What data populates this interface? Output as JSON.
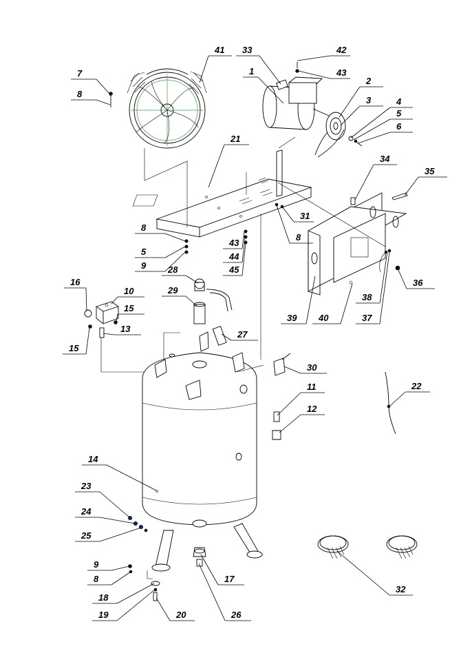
{
  "diagram": {
    "title": "",
    "part_labels": [
      "1",
      "2",
      "3",
      "4",
      "5",
      "6",
      "7",
      "8",
      "9",
      "10",
      "11",
      "12",
      "13",
      "14",
      "15",
      "16",
      "17",
      "18",
      "19",
      "20",
      "21",
      "22",
      "23",
      "24",
      "25",
      "26",
      "27",
      "28",
      "29",
      "30",
      "31",
      "32",
      "33",
      "34",
      "35",
      "36",
      "37",
      "38",
      "39",
      "40",
      "41",
      "42",
      "43",
      "44",
      "45"
    ],
    "callouts": [
      {
        "id": "c42",
        "text": "42"
      },
      {
        "id": "c43a",
        "text": "43"
      },
      {
        "id": "c41",
        "text": "41"
      },
      {
        "id": "c33",
        "text": "33"
      },
      {
        "id": "c1",
        "text": "1"
      },
      {
        "id": "c2",
        "text": "2"
      },
      {
        "id": "c3",
        "text": "3"
      },
      {
        "id": "c4",
        "text": "4"
      },
      {
        "id": "c5a",
        "text": "5"
      },
      {
        "id": "c6",
        "text": "6"
      },
      {
        "id": "c7",
        "text": "7"
      },
      {
        "id": "c8a",
        "text": "8"
      },
      {
        "id": "c21",
        "text": "21"
      },
      {
        "id": "c34",
        "text": "34"
      },
      {
        "id": "c35",
        "text": "35"
      },
      {
        "id": "c31",
        "text": "31"
      },
      {
        "id": "c8b",
        "text": "8"
      },
      {
        "id": "c5b",
        "text": "5"
      },
      {
        "id": "c9a",
        "text": "9"
      },
      {
        "id": "c43b",
        "text": "43"
      },
      {
        "id": "c44",
        "text": "44"
      },
      {
        "id": "c45",
        "text": "45"
      },
      {
        "id": "c8c",
        "text": "8"
      },
      {
        "id": "c36",
        "text": "36"
      },
      {
        "id": "c28",
        "text": "28"
      },
      {
        "id": "c29",
        "text": "29"
      },
      {
        "id": "c16",
        "text": "16"
      },
      {
        "id": "c10",
        "text": "10"
      },
      {
        "id": "c15a",
        "text": "15"
      },
      {
        "id": "c13",
        "text": "13"
      },
      {
        "id": "c15b",
        "text": "15"
      },
      {
        "id": "c27",
        "text": "27"
      },
      {
        "id": "c39",
        "text": "39"
      },
      {
        "id": "c40",
        "text": "40"
      },
      {
        "id": "c38",
        "text": "38"
      },
      {
        "id": "c37",
        "text": "37"
      },
      {
        "id": "c30",
        "text": "30"
      },
      {
        "id": "c22",
        "text": "22"
      },
      {
        "id": "c11",
        "text": "11"
      },
      {
        "id": "c12",
        "text": "12"
      },
      {
        "id": "c14",
        "text": "14"
      },
      {
        "id": "c23",
        "text": "23"
      },
      {
        "id": "c24",
        "text": "24"
      },
      {
        "id": "c25",
        "text": "25"
      },
      {
        "id": "c9b",
        "text": "9"
      },
      {
        "id": "c8d",
        "text": "8"
      },
      {
        "id": "c17",
        "text": "17"
      },
      {
        "id": "c18",
        "text": "18"
      },
      {
        "id": "c19",
        "text": "19"
      },
      {
        "id": "c20",
        "text": "20"
      },
      {
        "id": "c26",
        "text": "26"
      },
      {
        "id": "c32",
        "text": "32"
      }
    ]
  }
}
